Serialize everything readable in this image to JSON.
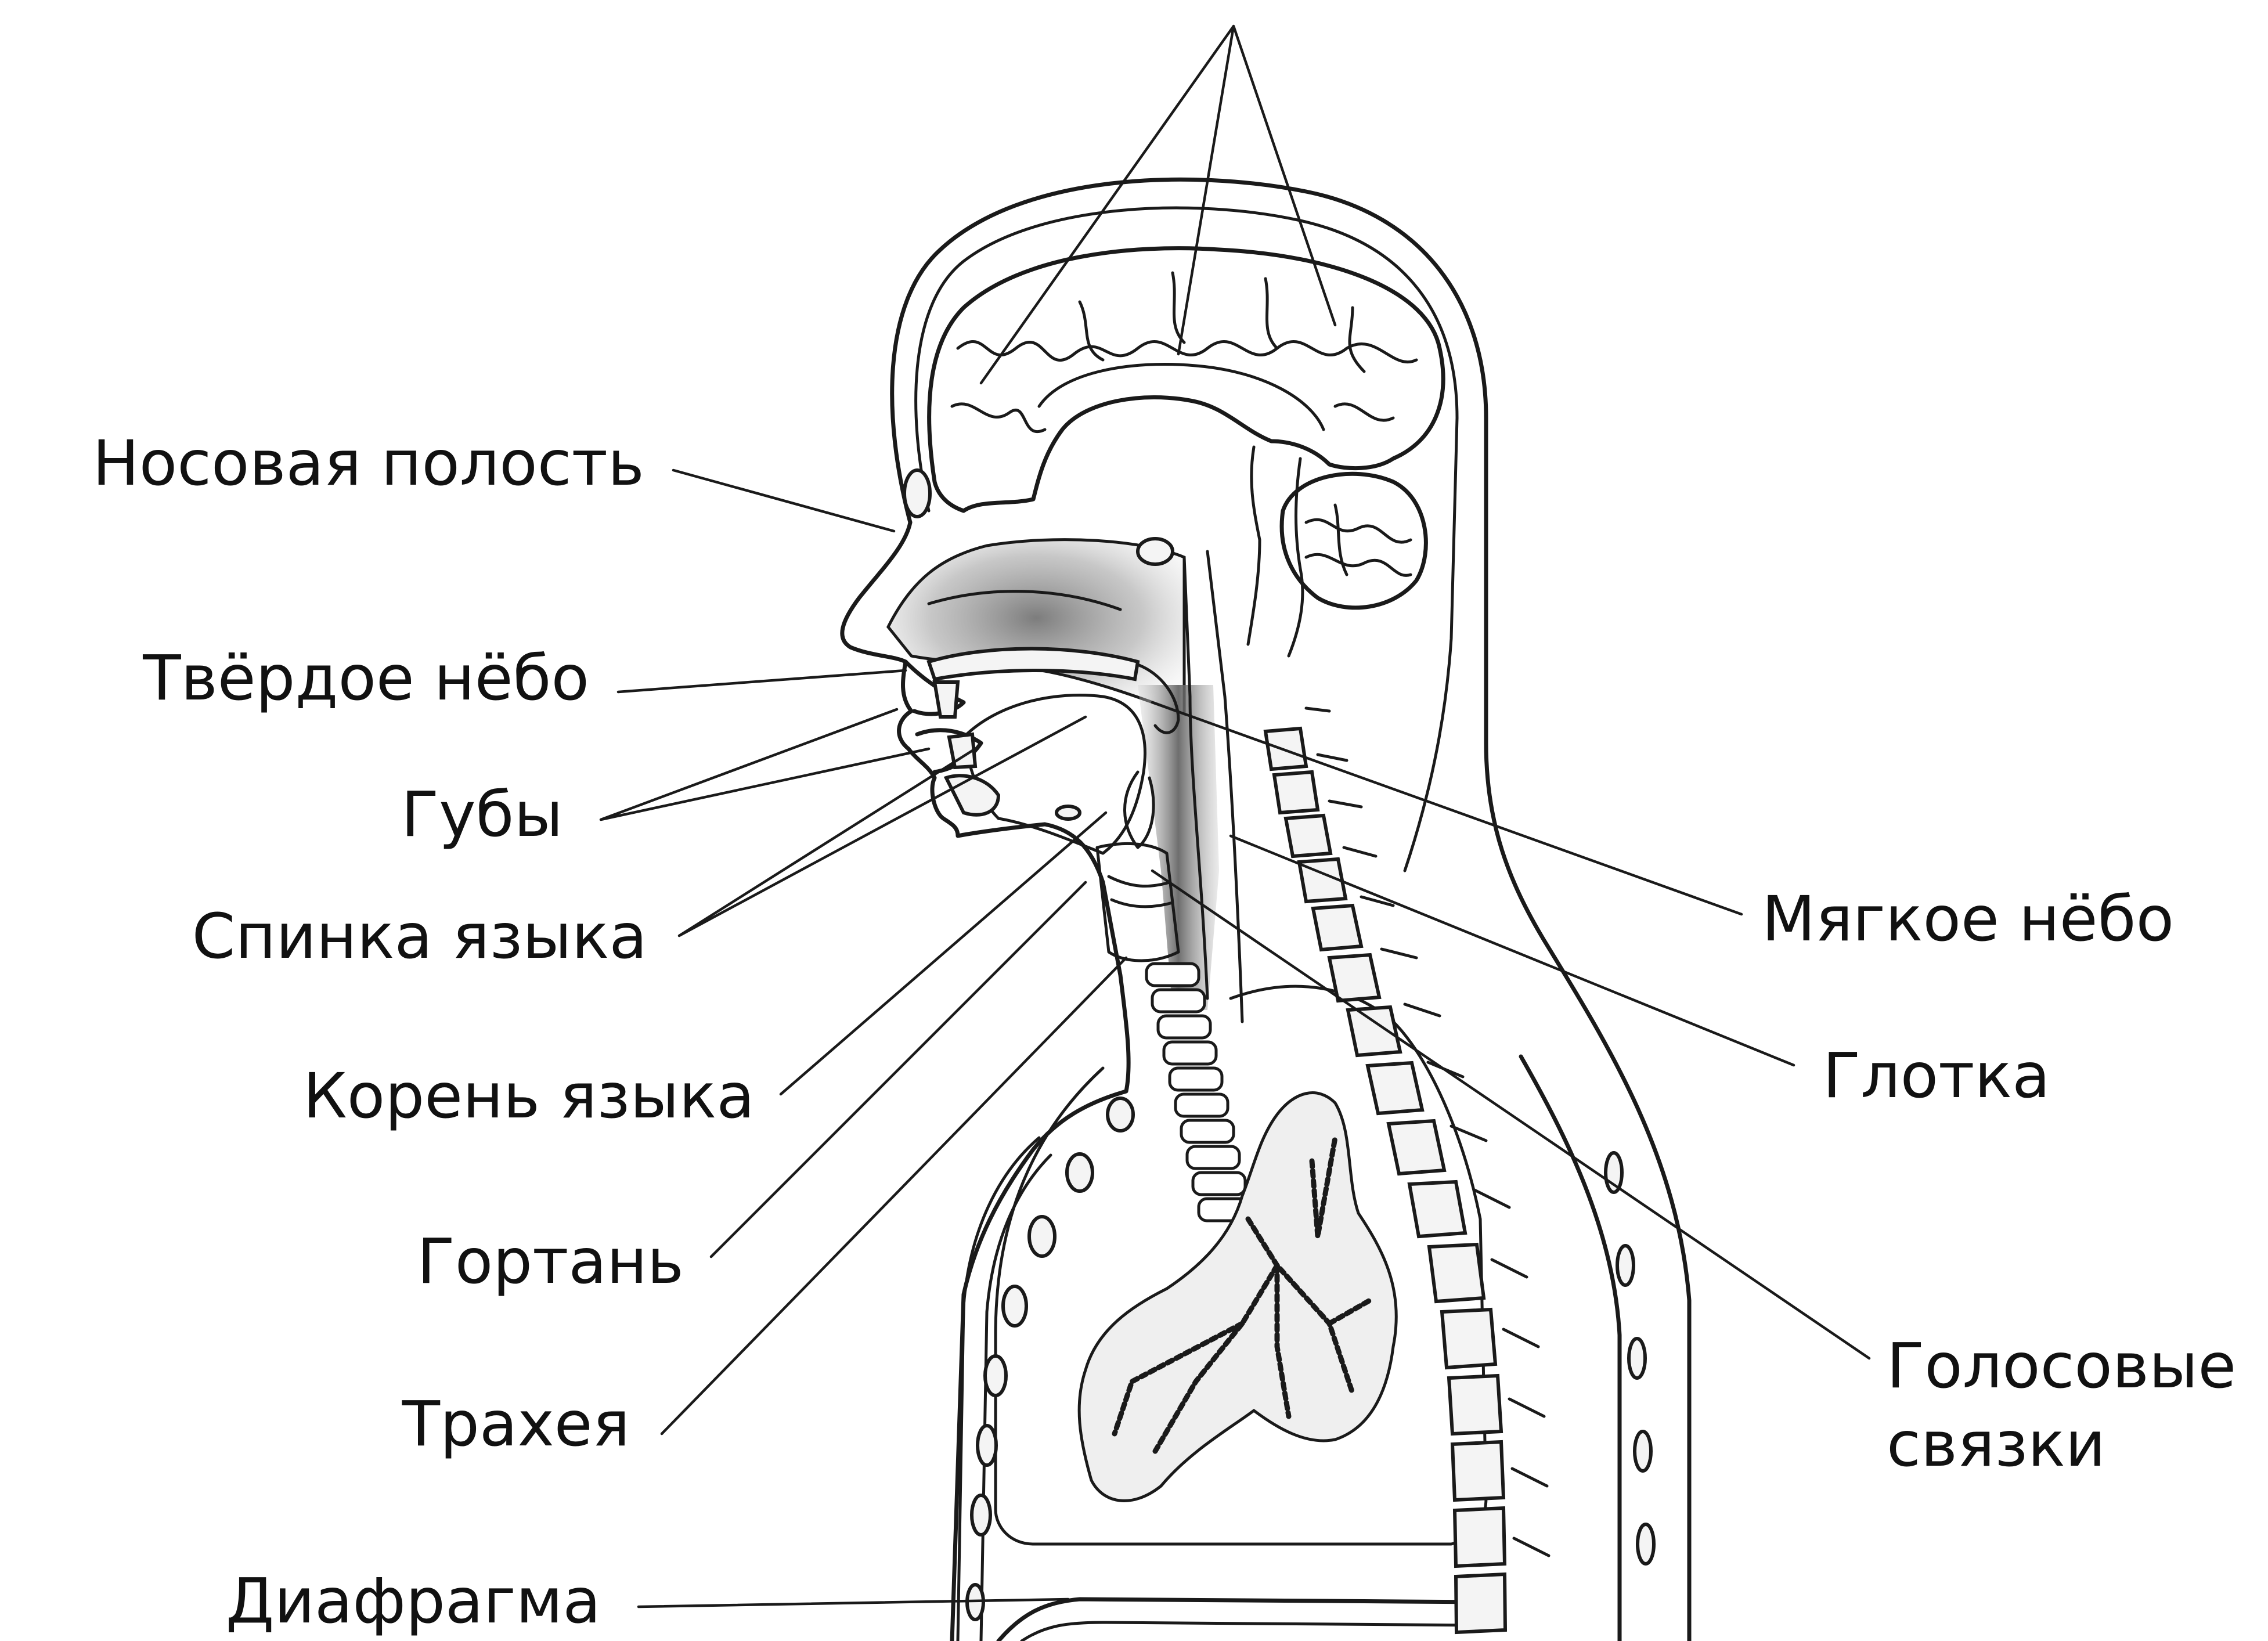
{
  "diagram": {
    "labels": {
      "nasal_cavity": "Носовая полость",
      "hard_palate": "Твёрдое нёбо",
      "lips": "Губы",
      "tongue_back": "Спинка языка",
      "tongue_root": "Корень языка",
      "larynx": "Гортань",
      "trachea": "Трахея",
      "diaphragm": "Диафрагма",
      "soft_palate": "Мягкое нёбо",
      "pharynx": "Глотка",
      "vocal_cords_line1": "Голосовые",
      "vocal_cords_line2": "связки"
    },
    "colors": {
      "ink": "#1a1a1a",
      "background": "#ffffff",
      "airway_shading": "#7a7a7a"
    }
  }
}
